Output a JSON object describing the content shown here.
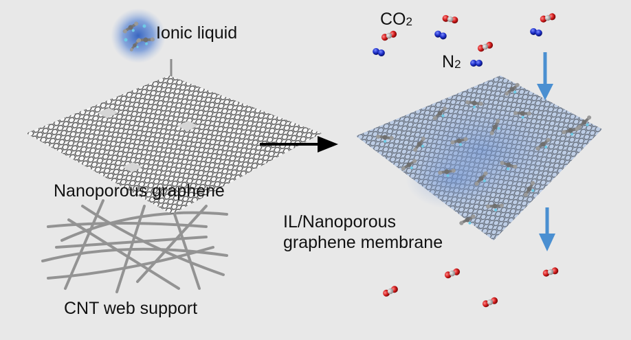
{
  "labels": {
    "ionic_liquid": "Ionic liquid",
    "nanoporous_graphene": "Nanoporous graphene",
    "cnt_web_support": "CNT web support",
    "co2_main": "CO",
    "co2_sub": "2",
    "n2_main": "N",
    "n2_sub": "2",
    "membrane_line1": "IL/Nanoporous",
    "membrane_line2": "graphene membrane"
  },
  "colors": {
    "background": "#e8e8e8",
    "graphene_sheet": "#f4f4f4",
    "graphene_lattice": "#3a3a3a",
    "ionic_liquid_glow": "#3f6fc4",
    "membrane_tint": "#a9bedc",
    "flow_arrow": "#4a8fd1",
    "process_arrow": "#000000",
    "drop_arrow": "#8c8c8c",
    "oxygen_atom": "#d11a1a",
    "carbon_atom": "#9a9a9a",
    "nitrogen_atom": "#1c2ec8",
    "cnt_fiber": "#8a8a8a"
  },
  "icons": {
    "process": "right-arrow-icon",
    "drop": "down-arrow-icon",
    "flow": "blue-down-arrow-icon",
    "co2": "co2-molecule-icon",
    "n2": "n2-molecule-icon"
  }
}
